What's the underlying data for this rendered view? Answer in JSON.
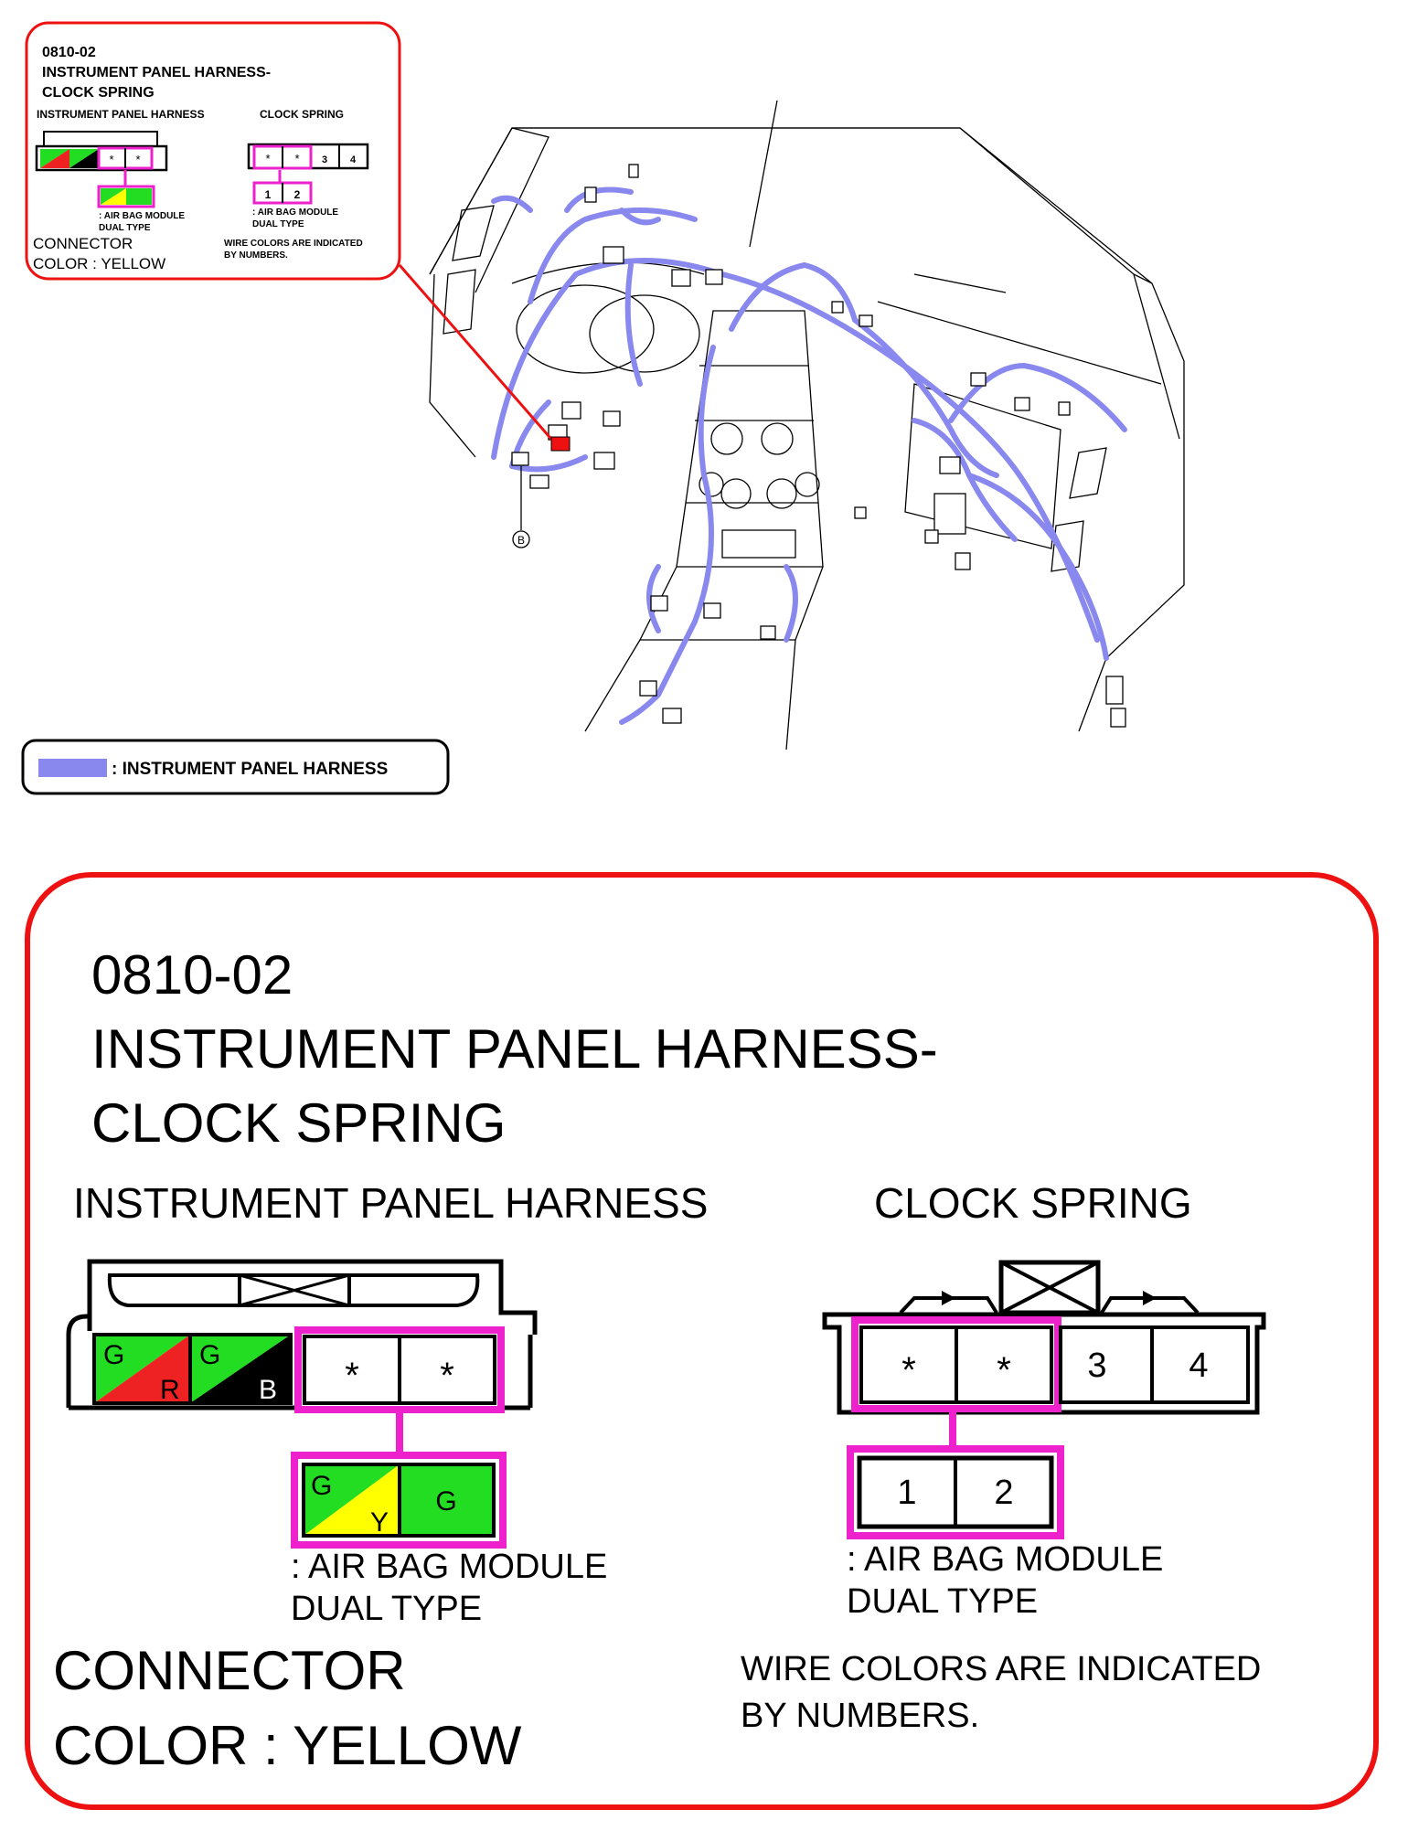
{
  "connector_id": "0810-02",
  "title_line1": "INSTRUMENT PANEL HARNESS-",
  "title_line2": "CLOCK SPRING",
  "left_connector": {
    "heading": "INSTRUMENT PANEL HARNESS",
    "top_terminals": [
      {
        "top": "G",
        "bottom": "R",
        "colors": [
          "#22dd22",
          "#ee2222"
        ]
      },
      {
        "top": "G",
        "bottom": "B",
        "colors": [
          "#22dd22",
          "#000000"
        ]
      },
      {
        "label": "*"
      },
      {
        "label": "*"
      }
    ],
    "sub_terminals": [
      {
        "top": "G",
        "bottom": "Y",
        "colors": [
          "#22dd22",
          "#ffff00"
        ]
      },
      {
        "label": "G",
        "color": "#22dd22"
      }
    ],
    "note_line1": ": AIR BAG MODULE",
    "note_line2": "DUAL TYPE"
  },
  "right_connector": {
    "heading": "CLOCK SPRING",
    "top_terminals": [
      "*",
      "*",
      "3",
      "4"
    ],
    "sub_terminals": [
      "1",
      "2"
    ],
    "note_line1": ": AIR BAG MODULE",
    "note_line2": "DUAL TYPE"
  },
  "connector_color_line1": "CONNECTOR",
  "connector_color_line2": "COLOR : YELLOW",
  "wire_note_line1": "WIRE COLORS ARE INDICATED",
  "wire_note_line2": "BY NUMBERS.",
  "legend_label": ": INSTRUMENT PANEL HARNESS",
  "ground_label": "B",
  "colors": {
    "callout_border": "#ee1111",
    "highlight": "#ee22cc",
    "harness": "#8888ee",
    "locator": "#ee1111"
  }
}
